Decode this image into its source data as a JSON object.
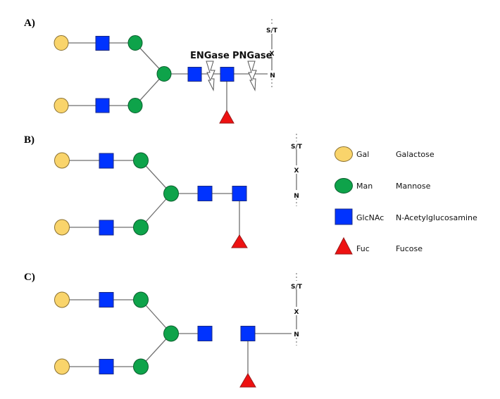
{
  "colors": {
    "gal": "#f9d46b",
    "gal_stroke": "#8a7030",
    "man": "#0ea34a",
    "man_stroke": "#0b5f2e",
    "glcnac": "#0033ff",
    "glcnac_stroke": "#1a2a80",
    "fuc": "#ee1111",
    "fuc_stroke": "#9a1a1a"
  },
  "panels": [
    {
      "id": "A",
      "label": "A)",
      "site": {
        "top": "S/T",
        "middle": "X",
        "bottom": "N"
      },
      "enzymes": [
        "ENGase",
        "PNGase"
      ],
      "state": "intact glycan with cleavage sites"
    },
    {
      "id": "B",
      "label": "B)",
      "site": {
        "top": "S/T",
        "middle": "X",
        "bottom": "N"
      },
      "state": "PNGase-released glycan"
    },
    {
      "id": "C",
      "label": "C)",
      "site": {
        "top": "S/T",
        "middle": "X",
        "bottom": "N"
      },
      "state": "ENGase-cleaved glycan"
    }
  ],
  "legend": [
    {
      "shape": "circle",
      "color_key": "gal",
      "abbr": "Gal",
      "name": "Galactose"
    },
    {
      "shape": "circle",
      "color_key": "man",
      "abbr": "Man",
      "name": "Mannose"
    },
    {
      "shape": "square",
      "color_key": "glcnac",
      "abbr": "GlcNAc",
      "name": "N-Acetylglucosamine"
    },
    {
      "shape": "triangle",
      "color_key": "fuc",
      "abbr": "Fuc",
      "name": "Fucose"
    }
  ]
}
